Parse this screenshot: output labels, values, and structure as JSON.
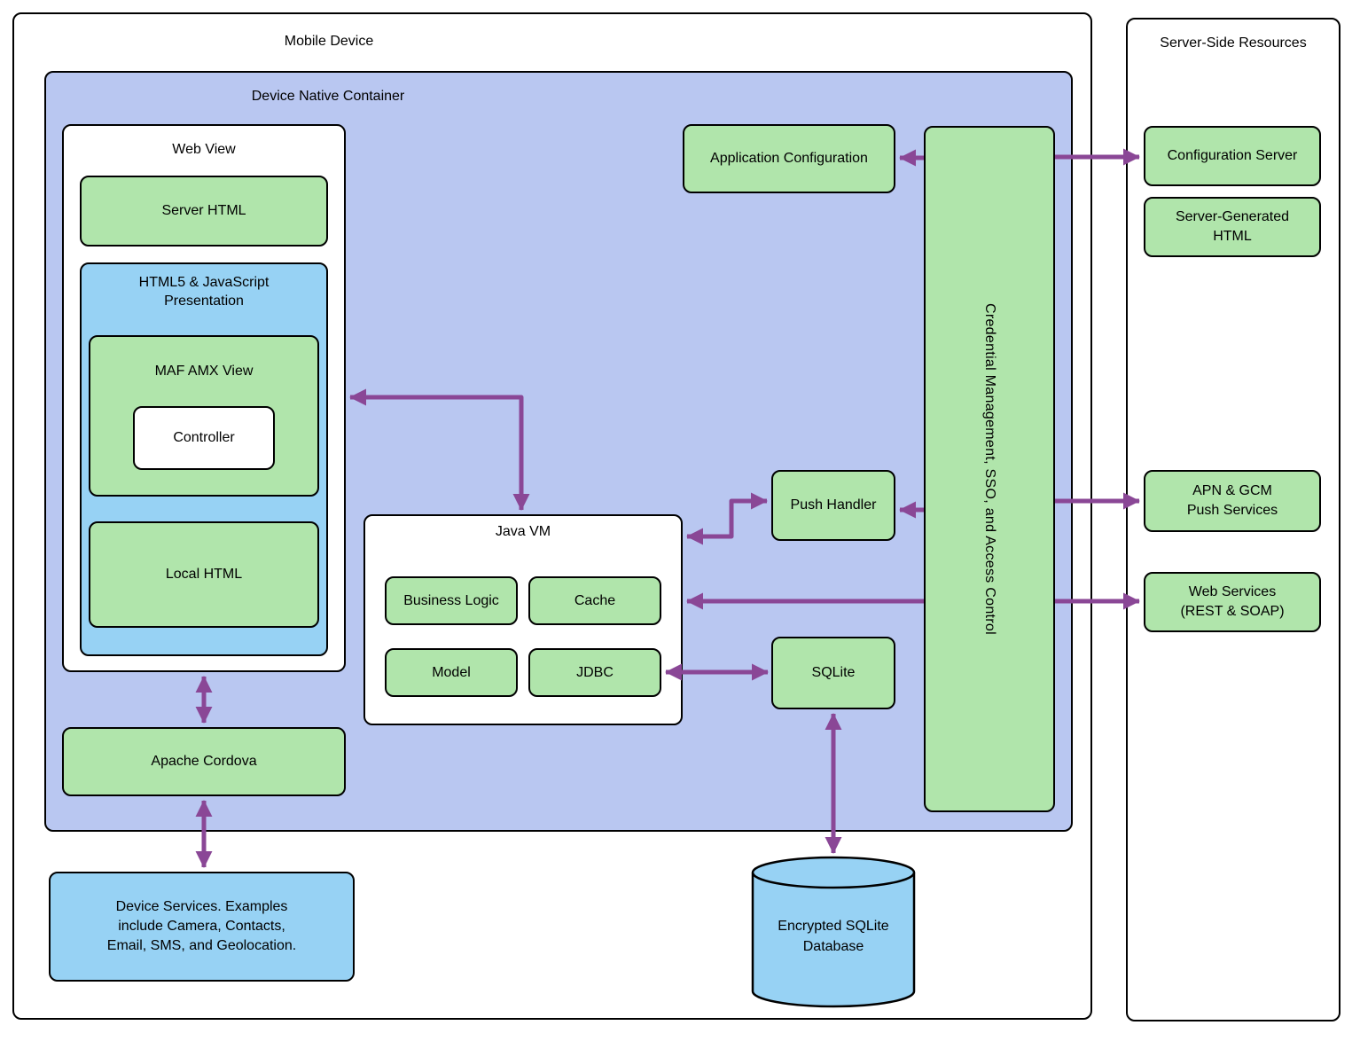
{
  "nodes": {
    "mobile_device": {
      "title": "Mobile Device"
    },
    "device_native_container": {
      "title": "Device Native Container"
    },
    "web_view": {
      "title": "Web View"
    },
    "server_html": {
      "label": "Server HTML"
    },
    "html5_js_presentation": {
      "title": "HTML5 & JavaScript\nPresentation"
    },
    "maf_amx_view": {
      "title": "MAF AMX View"
    },
    "controller": {
      "label": "Controller"
    },
    "local_html": {
      "label": "Local HTML"
    },
    "apache_cordova": {
      "label": "Apache Cordova"
    },
    "device_services": {
      "label": "Device Services. Examples\ninclude Camera, Contacts,\nEmail, SMS, and Geolocation."
    },
    "java_vm": {
      "title": "Java VM"
    },
    "business_logic": {
      "label": "Business Logic"
    },
    "cache": {
      "label": "Cache"
    },
    "model": {
      "label": "Model"
    },
    "jdbc": {
      "label": "JDBC"
    },
    "application_configuration": {
      "label": "Application Configuration"
    },
    "push_handler": {
      "label": "Push Handler"
    },
    "sqlite": {
      "label": "SQLite"
    },
    "credential_management": {
      "label": "Credential Management, SSO, and Access Control"
    },
    "encrypted_sqlite_database": {
      "label": "Encrypted SQLite\nDatabase"
    },
    "server_side_resources": {
      "title": "Server-Side Resources"
    },
    "configuration_server": {
      "label": "Configuration Server"
    },
    "server_generated_html": {
      "label": "Server-Generated\nHTML"
    },
    "apn_gcm_push_services": {
      "label": "APN & GCM\nPush Services"
    },
    "web_services_rest_soap": {
      "label": "Web Services\n(REST & SOAP)"
    }
  },
  "edges": [
    {
      "from": "java_vm",
      "to": "web_view",
      "style": "bidirectional-elbow"
    },
    {
      "from": "java_vm",
      "to": "push_handler",
      "style": "bidirectional-elbow"
    },
    {
      "from": "credential_management",
      "to": "push_handler",
      "style": "one-way"
    },
    {
      "from": "credential_management",
      "to": "application_configuration",
      "style": "one-way"
    },
    {
      "from": "credential_management",
      "to": "configuration_server",
      "style": "one-way"
    },
    {
      "from": "credential_management",
      "to": "apn_gcm_push_services",
      "style": "one-way"
    },
    {
      "from": "java_vm",
      "to": "web_services_rest_soap",
      "style": "bidirectional"
    },
    {
      "from": "jdbc",
      "to": "sqlite",
      "style": "bidirectional"
    },
    {
      "from": "sqlite",
      "to": "encrypted_sqlite_database",
      "style": "bidirectional"
    },
    {
      "from": "web_view",
      "to": "apache_cordova",
      "style": "bidirectional"
    },
    {
      "from": "apache_cordova",
      "to": "device_services",
      "style": "bidirectional"
    }
  ],
  "colors": {
    "container_fill": "#b9c7f1",
    "component_green": "#b0e5ab",
    "component_blue": "#97d2f4",
    "arrow": "#8a4796",
    "border": "#000000",
    "background": "#ffffff"
  }
}
